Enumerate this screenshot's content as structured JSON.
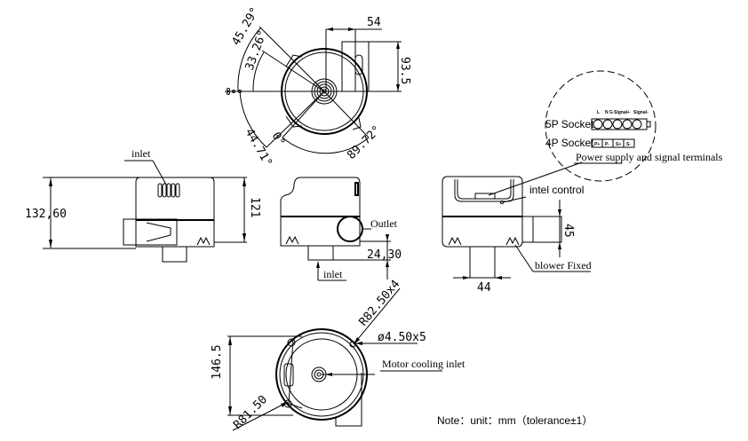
{
  "top_view": {
    "dim_width": "54",
    "dim_height": "93.5",
    "angle_1": "45.29°",
    "angle_2": "33.26°",
    "angle_3": "44.71°",
    "angle_4": "0°",
    "angle_5": "89.72°"
  },
  "side_view_left": {
    "inlet_label": "inlet",
    "total_height": "132,60",
    "body_height": "121"
  },
  "side_view_middle": {
    "outlet_label": "Outlet",
    "pipe_height": "24,30",
    "inlet_label": "inlet"
  },
  "side_view_right": {
    "control_label": "intel control",
    "blower_label": "blower Fixed",
    "pipe_width": "44",
    "outlet_height": "45"
  },
  "socket_detail": {
    "pins_5p": [
      "L",
      "N",
      "G",
      "Signal+",
      "Signal-"
    ],
    "socket_5p": "5P Socket",
    "socket_4p": "4P Socket",
    "pins_4p": [
      "P+",
      "P-",
      "S+",
      "S-"
    ],
    "terminals_label": "Power supply and signal terminals"
  },
  "bottom_view": {
    "height": "146.5",
    "radius_lugs": "R82.50x4",
    "hole": "ø4.50x5",
    "cooling_label": "Motor cooling inlet",
    "radius_body": "R81.50"
  },
  "note": "Note：unit：mm（tolerance±1）"
}
